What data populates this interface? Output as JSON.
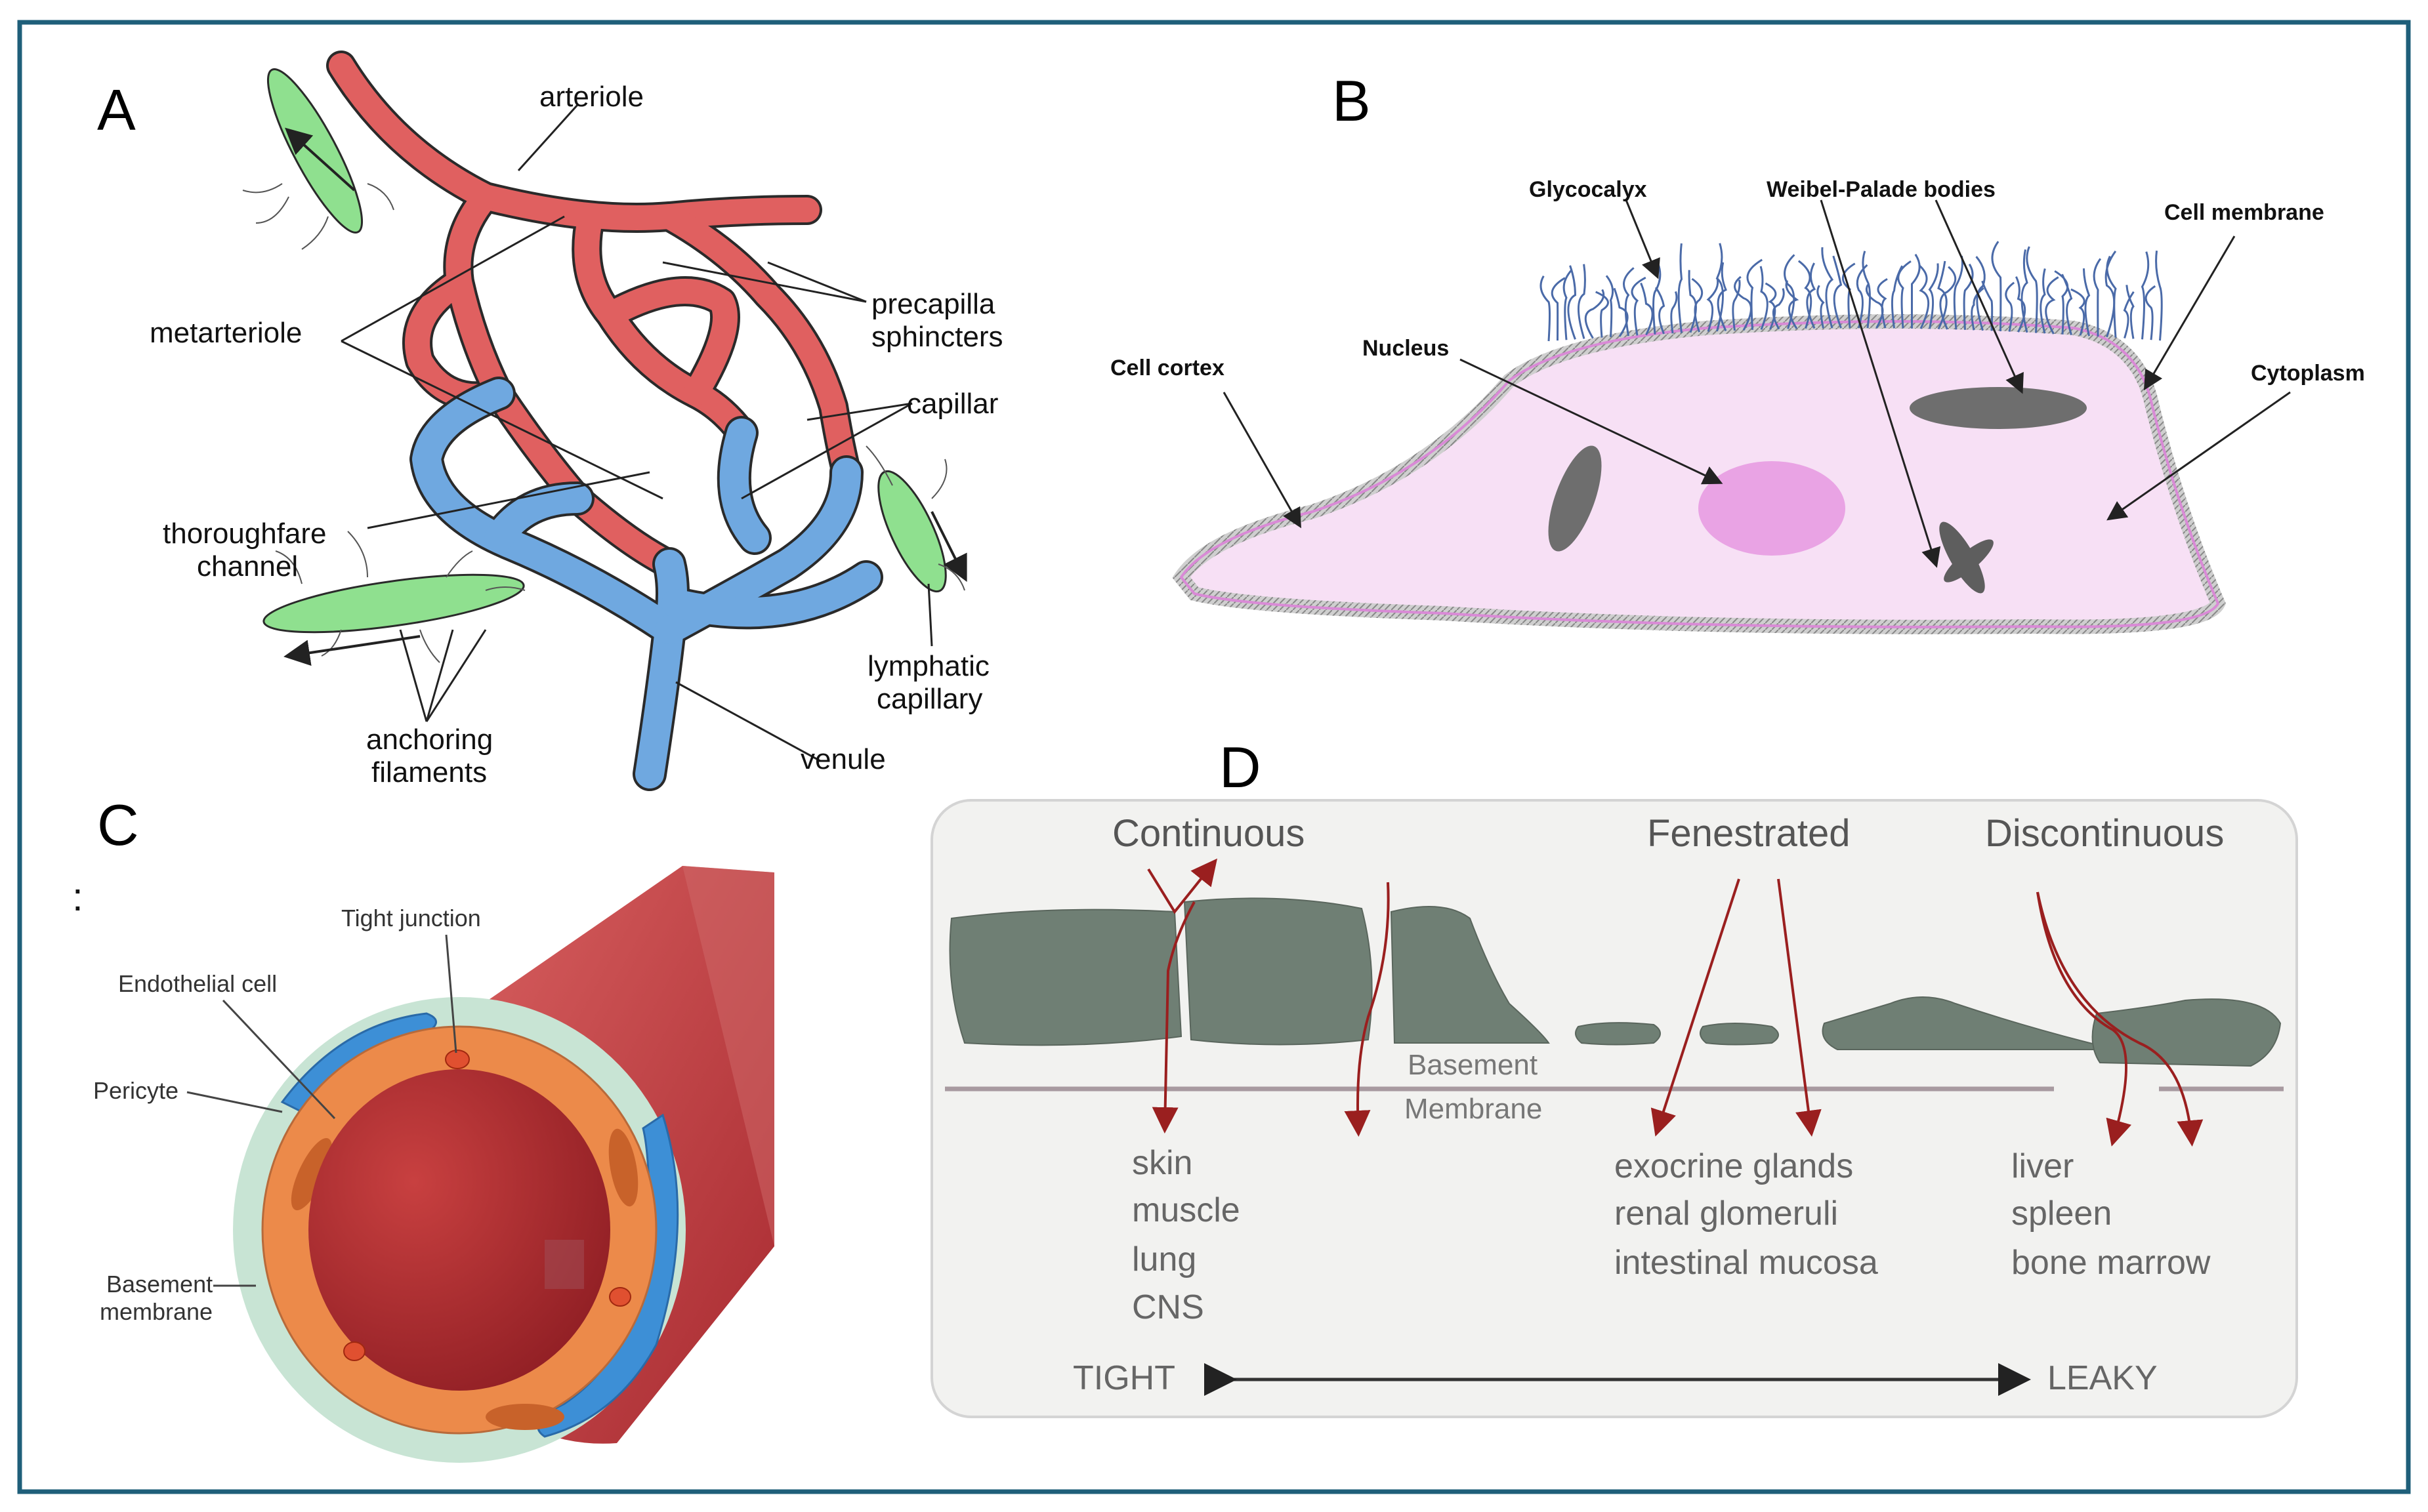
{
  "panels": {
    "A": {
      "letter": "A",
      "labels": {
        "arteriole": "arteriole",
        "precap1": "precapilla",
        "precap2": "sphincters",
        "metarteriole": "metarteriole",
        "capillar": "capillar",
        "thoroughfare1": "thoroughfare",
        "thoroughfare2": "channel",
        "lymph1": "lymphatic",
        "lymph2": "capillary",
        "anchoring1": "anchoring",
        "anchoring2": "filaments",
        "venule": "venule"
      }
    },
    "B": {
      "letter": "B",
      "labels": {
        "glycocalyx": "Glycocalyx",
        "weibel": "Weibel-Palade bodies",
        "cell_membrane": "Cell membrane",
        "nucleus": "Nucleus",
        "cell_cortex": "Cell cortex",
        "cytoplasm": "Cytoplasm"
      }
    },
    "C": {
      "letter": "C",
      "labels": {
        "tight_junction": "Tight junction",
        "endothelial_cell": "Endothelial cell",
        "pericyte": "Pericyte",
        "basement1": "Basement",
        "basement2": "membrane"
      }
    },
    "D": {
      "letter": "D",
      "headers": {
        "continuous": "Continuous",
        "fenestrated": "Fenestrated",
        "discontinuous": "Discontinuous"
      },
      "basement1": "Basement",
      "basement2": "Membrane",
      "continuous_tissues": [
        "skin",
        "muscle",
        "lung",
        "CNS"
      ],
      "fenestrated_tissues": [
        "exocrine glands",
        "renal glomeruli",
        "intestinal mucosa"
      ],
      "discontinuous_tissues": [
        "liver",
        "spleen",
        "bone marrow"
      ],
      "tight": "TIGHT",
      "leaky": "LEAKY"
    }
  },
  "colors": {
    "frame": "#1f5f7a",
    "arteriole": "#e06060",
    "venule": "#6fa8e0",
    "lymphatic": "#8fe08f",
    "cell_fill": "#f7e0f5",
    "cell_outline": "#d98ad6",
    "nucleus": "#e9a3e4",
    "vessel_red": "#c8363c",
    "endothelium": "#ec8a4a",
    "pericyte": "#3d8fd6",
    "endo_gray": "#6f7f74"
  }
}
